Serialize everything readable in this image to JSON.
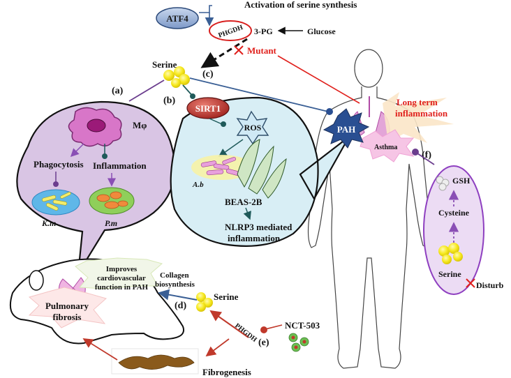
{
  "labels": {
    "atf4": "ATF4",
    "activation": "Activation of serine synthesis",
    "phgdh_top": "PHGDH",
    "three_pg": "3-PG",
    "glucose": "Glucose",
    "mutant": "Mutant",
    "serine_top": "Serine",
    "a": "(a)",
    "b": "(b)",
    "c": "(c)",
    "d": "(d)",
    "e": "(e)",
    "f": "(f)",
    "macrophage": "Mφ",
    "phagocytosis": "Phagocytosis",
    "inflammation": "Inflammation",
    "km": "K.m",
    "pm": "P.m",
    "sirt1": "SIRT1",
    "ros": "ROS",
    "ab": "A.b",
    "beas": "BEAS-2B",
    "nlrp3_1": "NLRP3 mediated",
    "nlrp3_2": "inflammation",
    "pah": "PAH",
    "long_term_1": "Long term",
    "long_term_2": "inflammation",
    "asthma": "Asthma",
    "gsh": "GSH",
    "cysteine": "Cysteine",
    "serine_f": "Serine",
    "disturb": "Disturb",
    "improves_1": "Improves",
    "improves_2": "cardiovascular",
    "improves_3": "function in PAH",
    "collagen_1": "Collagen",
    "collagen_2": "biosynthesis",
    "serine_d": "Serine",
    "pulmonary_1": "Pulmonary",
    "pulmonary_2": "fibrosis",
    "phgdh_e": "PHGDH",
    "nct": "NCT-503",
    "fibrogenesis": "Fibrogenesis"
  },
  "colors": {
    "red": "#e0201c",
    "blue_line": "#3a5f95",
    "purple": "#6b3d8e",
    "serine_yellow": "#f5e81a",
    "phgdh_red": "#d8201f",
    "pah_blue": "#2a4f92",
    "lavender": "#d9c5e4",
    "lightblue": "#d8eef5"
  }
}
